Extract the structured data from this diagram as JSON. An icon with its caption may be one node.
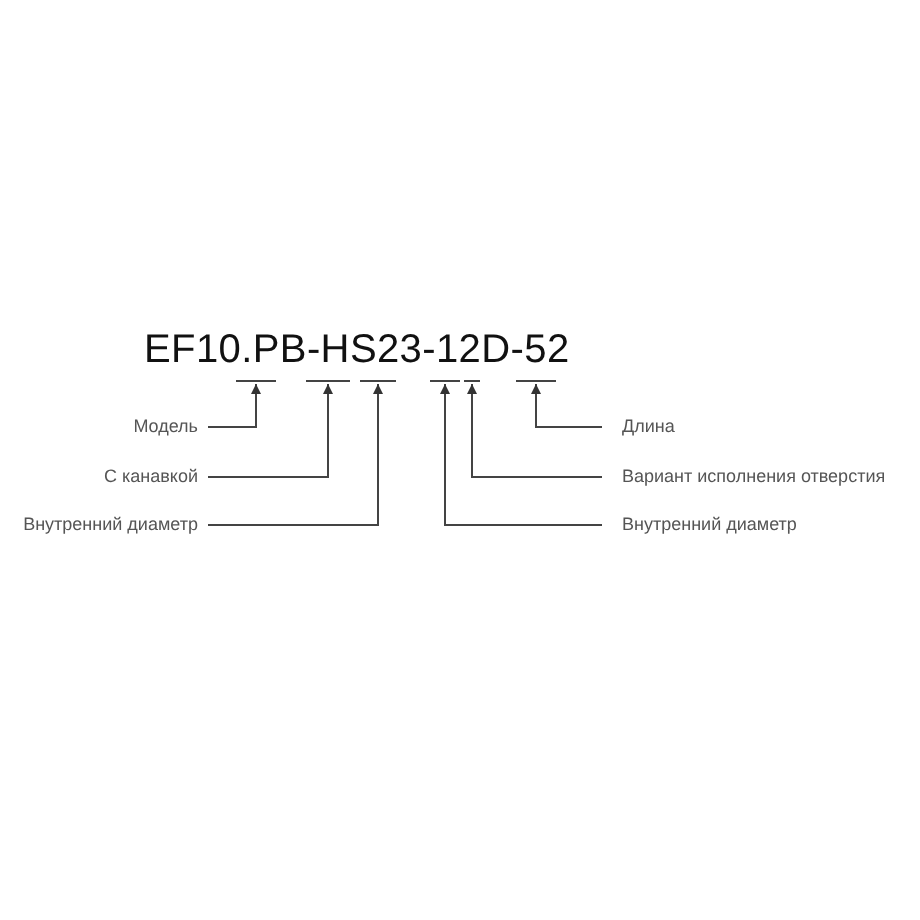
{
  "diagram": {
    "nodes": [
      {
        "text": [],
        "shape": "bar"
      },
      {
        "text": [],
        "shape": "bar"
      },
      {
        "text": [],
        "shape": "bar"
      },
      {
        "text": [],
        "shape": "bar"
      },
      {
        "text": [],
        "shape": "bar"
      },
      {
        "text": [],
        "shape": "bar"
      },
      {
        "text": [
          "Модель"
        ]
      },
      {
        "text": [
          "С канавкой"
        ]
      },
      {
        "text": [
          "Внутренний диаметр"
        ]
      },
      {
        "text": [
          "Длина"
        ]
      },
      {
        "text": [
          "Вариант исполнения отверстия"
        ]
      },
      {
        "text": [
          "Внутренний диаметр"
        ]
      }
    ],
    "edges": [
      {
        "from": 6,
        "to": 0,
        "arrow": "to"
      },
      {
        "from": 7,
        "to": 1,
        "arrow": "to"
      },
      {
        "from": 8,
        "to": 2,
        "arrow": "to"
      },
      {
        "from": 9,
        "to": 5,
        "arrow": "to"
      },
      {
        "from": 10,
        "to": 4,
        "arrow": "to"
      },
      {
        "from": 11,
        "to": 3,
        "arrow": "to"
      }
    ],
    "labels": [
      "EF10.PB-HS23-12D-52"
    ]
  }
}
